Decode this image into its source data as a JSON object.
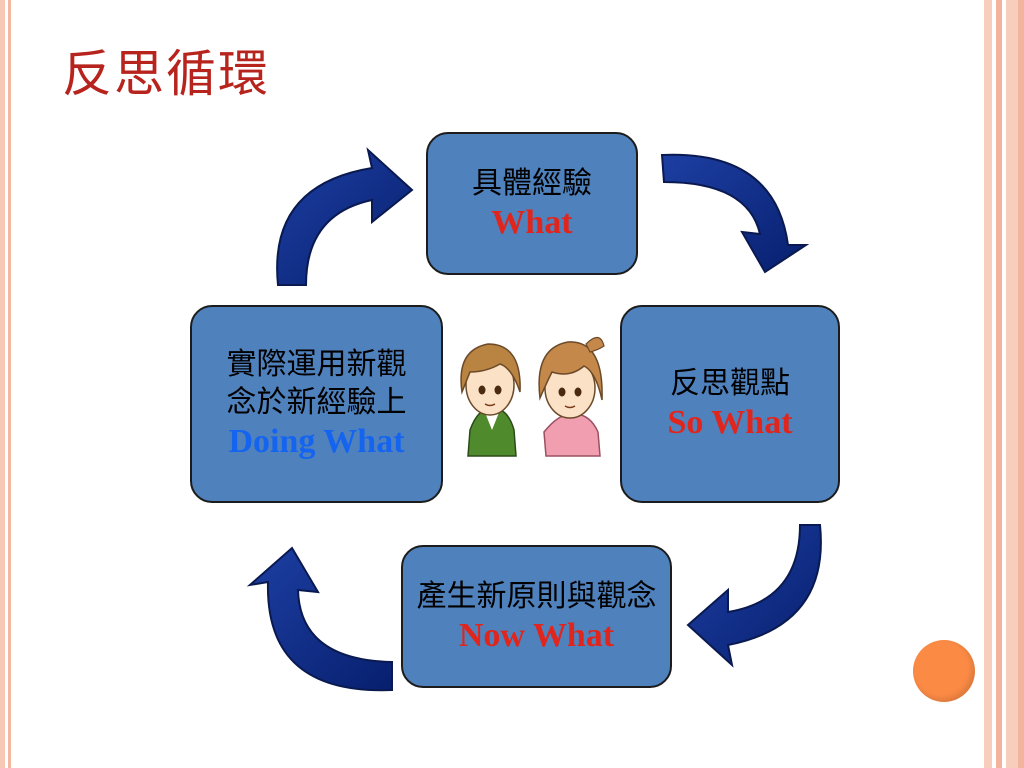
{
  "slide": {
    "title": "反思循環"
  },
  "cycle": {
    "top": {
      "zh": "具體經驗",
      "en": "What"
    },
    "right": {
      "zh": "反思觀點",
      "en": "So What"
    },
    "bottom": {
      "zh": "產生新原則與觀念",
      "en": "Now What"
    },
    "left": {
      "zh_line1": "實際運用新觀",
      "zh_line2": "念於新經驗上",
      "en": "Doing What"
    }
  },
  "colors": {
    "title": "#b7231d",
    "box_fill": "#4f81bd",
    "arrow": "#0a2a86",
    "en_red": "#e0261c",
    "en_blue": "#1464f0",
    "accent_dot": "#fb8a45"
  },
  "icons": [
    "curved-arrow-icon",
    "cartoon-people-icon"
  ]
}
